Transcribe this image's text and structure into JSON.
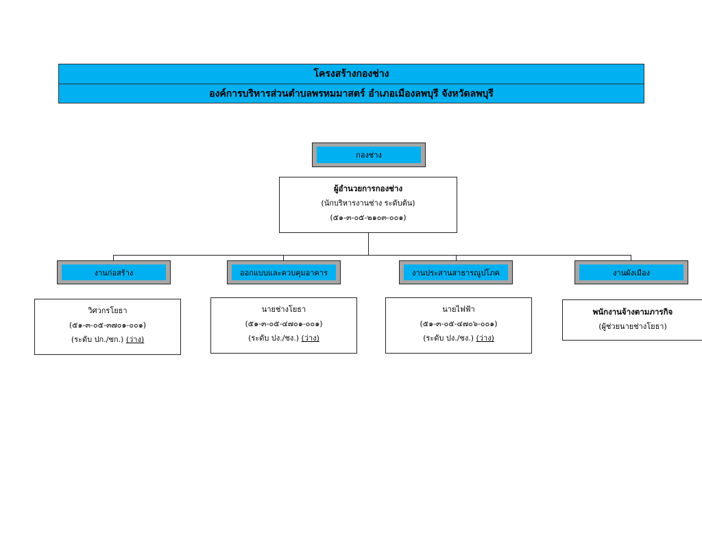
{
  "header": {
    "title": "โครงสร้างกองช่าง",
    "subtitle": "องค์การบริหารส่วนตำบลพรหมมาสตร์ อำเภอเมืองลพบุรี จังหวัดลพบุรี"
  },
  "division": {
    "label": "กองช่าง"
  },
  "director": {
    "title": "ผู้อำนวยการกองช่าง",
    "rank": "(นักบริหารงานช่าง ระดับต้น)",
    "code": "(๕๑-๓-๐๕-๒๑๐๓-๐๐๑)"
  },
  "units": [
    {
      "label": "งานก่อสร้าง",
      "position": "วิศวกรโยธา",
      "code": "(๕๑-๓-๐๕-๓๗๐๑-๐๐๑)",
      "level_prefix": "(ระดับ ปก./ชก.)",
      "vacant": "(ว่าง)"
    },
    {
      "label": "ออกแบบและควบคุมอาคาร",
      "position": "นายช่างโยธา",
      "code": "(๕๑-๓-๐๕-๔๗๐๑-๐๐๑)",
      "level_prefix": "(ระดับ ปง./ชง.)",
      "vacant": "(ว่าง)"
    },
    {
      "label": "งานประสานสาธารณูปโภค",
      "position": "นายไฟฟ้า",
      "code": "(๕๑-๓-๐๕-๔๗๐๖-๐๐๑)",
      "level_prefix": "(ระดับ ปง./ชง.)",
      "vacant": "(ว่าง)"
    },
    {
      "label": "งานผังเมือง",
      "position": "พนักงานจ้างตามภารกิจ",
      "detail": "(ผู้ช่วยนายช่างโยธา)"
    }
  ]
}
